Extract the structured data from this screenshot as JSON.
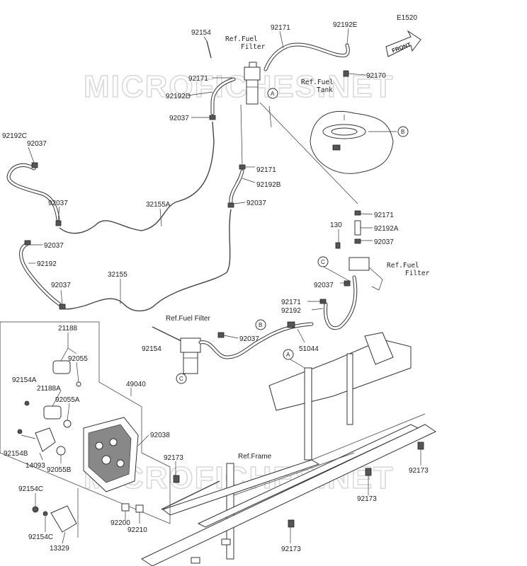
{
  "diagram_code": "E1520",
  "front_label": "FRONT",
  "watermarks": [
    "MICROFICHES.NET",
    "MICROFICHES.NET"
  ],
  "refs": {
    "fuel_filter_top": "Ref.Fuel Filter",
    "fuel_tank": "Ref.Fuel Tank",
    "fuel_filter_right": "Ref.Fuel Filter",
    "fuel_filter_mid": "Ref.Fuel Filter",
    "frame": "Ref.Frame"
  },
  "callouts": [
    "A",
    "B",
    "C"
  ],
  "part_labels": {
    "p92154_top": "92154",
    "p92171_top": "92171",
    "p92192E": "92192E",
    "p92170": "92170",
    "p92171_left": "92171",
    "p92192D": "92192D",
    "p92037_a": "92037",
    "p92192C": "92192C",
    "p92037_b": "92037",
    "p92171_mid": "92171",
    "p92192B": "92192B",
    "p92037_c": "92037",
    "p92037_d": "92037",
    "p32155A": "32155A",
    "p92171_r": "92171",
    "p130": "130",
    "p92192A": "92192A",
    "p92037_e": "92037",
    "p92037_f": "92037",
    "p92192": "92192",
    "p92037_g": "92037",
    "p32155": "32155",
    "p92037_h": "92037",
    "p92171_r2": "92171",
    "p92192_r": "92192",
    "p21188": "21188",
    "p92154_mid": "92154",
    "p92037_i": "92037",
    "p51044": "51044",
    "p92055": "92055",
    "p92154A": "92154A",
    "p21188A": "21188A",
    "p49040": "49040",
    "p92055A": "92055A",
    "p92038": "92038",
    "p92154B": "92154B",
    "p14093": "14093",
    "p92055B": "92055B",
    "p92173_a": "92173",
    "p92173_b": "92173",
    "p92173_c": "92173",
    "p92173_d": "92173",
    "p92154C": "92154C",
    "p92154C_b": "92154C",
    "p92200": "92200",
    "p92210": "92210",
    "p13329": "13329"
  }
}
